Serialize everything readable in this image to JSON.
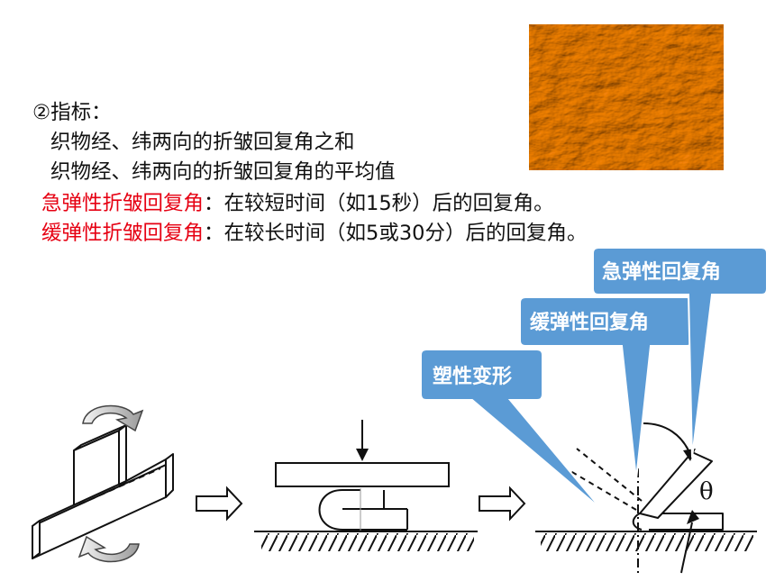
{
  "text": {
    "heading": "②指标：",
    "line1": "织物经、纬两向的折皱回复角之和",
    "line2": "织物经、纬两向的折皱回复角的平均值",
    "line3_term": "急弹性折皱回复角",
    "line3_rest": "：在较短时间（如15秒）后的回复角。",
    "line4_term": "缓弹性折皱回复角",
    "line4_rest": "：在较长时间（如5或30分）后的回复角。"
  },
  "callouts": {
    "fast": "急弹性回复角",
    "slow": "缓弹性回复角",
    "plastic": "塑性变形"
  },
  "diagram": {
    "theta_symbol": "θ"
  },
  "colors": {
    "term_red": "#e60012",
    "callout_fill": "#5b9bd5",
    "callout_stroke": "#ffffff",
    "fabric_orange": "#f2a12a"
  },
  "icons": [
    "crumpled-fabric-photo",
    "rotation-arrow-icon",
    "hollow-right-arrow-icon",
    "press-arrow-icon"
  ]
}
